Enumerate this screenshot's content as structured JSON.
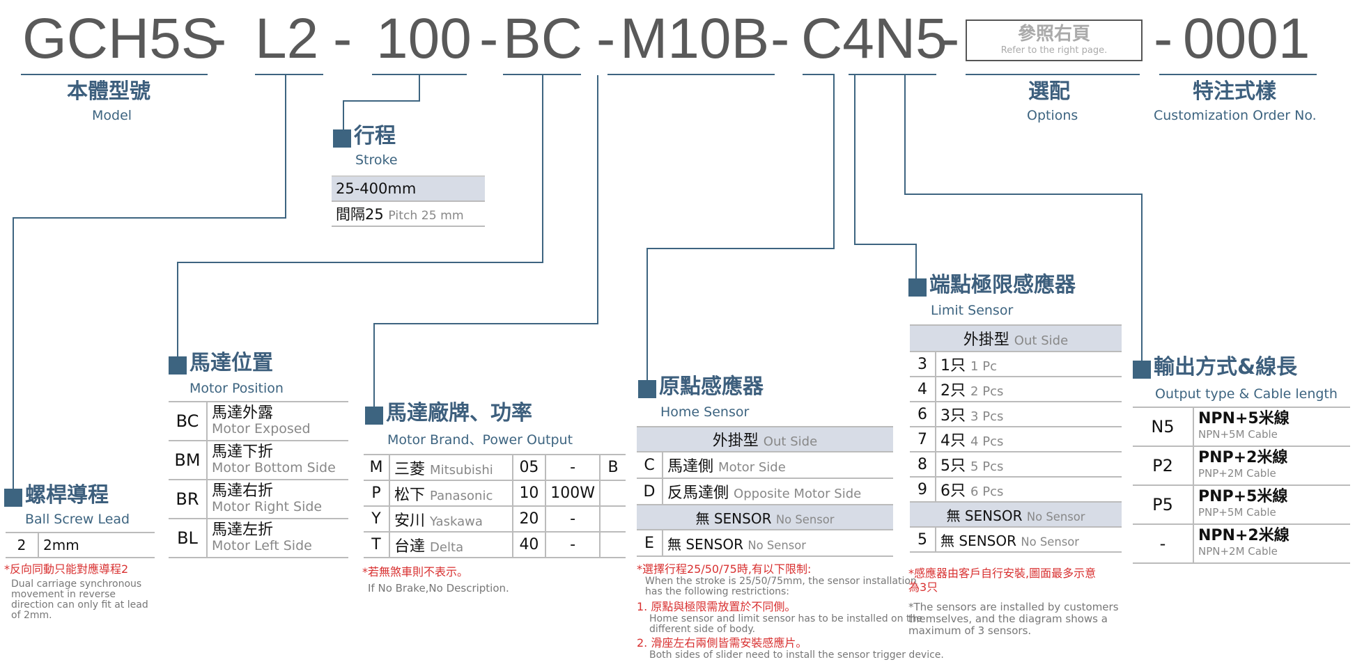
{
  "code_segments": [
    "GCH5S",
    "-",
    "L2",
    "-",
    "100",
    "-",
    "BC",
    "-",
    "M10B",
    "-",
    "C4N5",
    "-",
    "-",
    "0001"
  ],
  "ref_box": {
    "zh": "參照右頁",
    "en": "Refer to the right page."
  },
  "model": {
    "zh": "本體型號",
    "en": "Model"
  },
  "options": {
    "zh": "選配",
    "en": "Options"
  },
  "custom": {
    "zh": "特注式樣",
    "en": "Customization Order No."
  },
  "stroke": {
    "zh": "行程",
    "en": "Stroke",
    "rows": [
      {
        "v": "25-400mm"
      },
      {
        "v": "間隔25",
        "sub": "Pitch 25 mm"
      }
    ]
  },
  "lead": {
    "zh": "螺桿導程",
    "en": "Ball Screw Lead",
    "rows": [
      {
        "code": "2",
        "v": "2mm"
      }
    ],
    "note_red": "*反向同動只能對應導程2",
    "note_gray": [
      "Dual carriage synchronous",
      "movement in reverse",
      "direction can only fit at lead",
      "of 2mm."
    ]
  },
  "motor_position": {
    "zh": "馬達位置",
    "en": "Motor Position",
    "rows": [
      {
        "code": "BC",
        "zh": "馬達外露",
        "en": "Motor Exposed"
      },
      {
        "code": "BM",
        "zh": "馬達下折",
        "en": "Motor Bottom Side"
      },
      {
        "code": "BR",
        "zh": "馬達右折",
        "en": "Motor Right Side"
      },
      {
        "code": "BL",
        "zh": "馬達左折",
        "en": "Motor Left Side"
      }
    ]
  },
  "motor_brand": {
    "zh": "馬達廠牌、功率",
    "en": "Motor Brand、Power Output",
    "rows": [
      {
        "code": "M",
        "zh": "三菱",
        "en": "Mitsubishi",
        "num": "05",
        "power": "-",
        "extra": "B"
      },
      {
        "code": "P",
        "zh": "松下",
        "en": "Panasonic",
        "num": "10",
        "power": "100W",
        "extra": ""
      },
      {
        "code": "Y",
        "zh": "安川",
        "en": "Yaskawa",
        "num": "20",
        "power": "-",
        "extra": ""
      },
      {
        "code": "T",
        "zh": "台達",
        "en": "Delta",
        "num": "40",
        "power": "-",
        "extra": ""
      }
    ],
    "note_red": "*若無煞車則不表示。",
    "note_gray": "If No Brake,No Description."
  },
  "home_sensor": {
    "zh": "原點感應器",
    "en": "Home Sensor",
    "header1": {
      "zh": "外掛型",
      "en": "Out Side"
    },
    "rows1": [
      {
        "code": "C",
        "zh": "馬達側",
        "en": "Motor Side"
      },
      {
        "code": "D",
        "zh": "反馬達側",
        "en": "Opposite Motor Side"
      }
    ],
    "header2": {
      "zh": "無 SENSOR",
      "en": "No Sensor"
    },
    "rows2": [
      {
        "code": "E",
        "zh": "無 SENSOR",
        "en": "No Sensor"
      }
    ],
    "note_red": "*選擇行程25/50/75時,有以下限制:",
    "note_gray": [
      "When the stroke is 25/50/75mm, the sensor installation",
      "has the following restrictions:"
    ],
    "note1_red": "1. 原點與極限需放置於不同側。",
    "note1_gray": [
      "Home sensor and limit sensor has to be installed on the",
      "different side of body."
    ],
    "note2_red": "2. 滑座左右兩側皆需安裝感應片。",
    "note2_gray": [
      "Both sides of slider need to install the sensor trigger device."
    ]
  },
  "limit_sensor": {
    "zh": "端點極限感應器",
    "en": "Limit Sensor",
    "header1": {
      "zh": "外掛型",
      "en": "Out Side"
    },
    "rows1": [
      {
        "code": "3",
        "zh": "1只",
        "en": "1 Pc"
      },
      {
        "code": "4",
        "zh": "2只",
        "en": "2 Pcs"
      },
      {
        "code": "6",
        "zh": "3只",
        "en": "3 Pcs"
      },
      {
        "code": "7",
        "zh": "4只",
        "en": "4 Pcs"
      },
      {
        "code": "8",
        "zh": "5只",
        "en": "5 Pcs"
      },
      {
        "code": "9",
        "zh": "6只",
        "en": "6 Pcs"
      }
    ],
    "header2": {
      "zh": "無 SENSOR",
      "en": "No Sensor"
    },
    "rows2": [
      {
        "code": "5",
        "zh": "無 SENSOR",
        "en": "No Sensor"
      }
    ],
    "note_red": [
      "*感應器由客戶自行安裝,圖面最多示意",
      "為3只"
    ],
    "note_gray": [
      "*The sensors are installed by customers",
      "themselves, and the diagram shows a",
      "maximum of 3 sensors."
    ]
  },
  "output": {
    "zh": "輸出方式&線長",
    "en": "Output type & Cable length",
    "rows": [
      {
        "code": "N5",
        "zh": "NPN+5米線",
        "en": "NPN+5M Cable"
      },
      {
        "code": "P2",
        "zh": "PNP+2米線",
        "en": "PNP+2M Cable"
      },
      {
        "code": "P5",
        "zh": "PNP+5米線",
        "en": "PNP+5M Cable"
      },
      {
        "code": "-",
        "zh": "NPN+2米線",
        "en": "NPN+2M Cable"
      }
    ]
  },
  "colors": {
    "accent": "#3d6480",
    "red": "#d83030",
    "header_bg": "#d7dce6"
  }
}
